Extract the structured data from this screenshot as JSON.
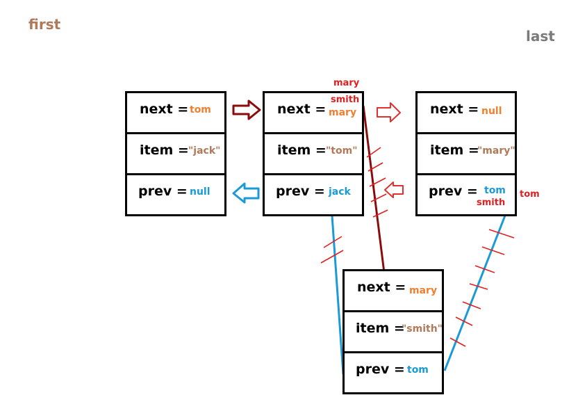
{
  "labels": {
    "first": "first",
    "last": "last"
  },
  "colors": {
    "next_value": "#f08030",
    "item_value": "#b07a5a",
    "prev_value": "#1a9ad6",
    "annotation": "#e02020",
    "new_link": "#8b0a0a"
  },
  "nodes": [
    {
      "id": "jack",
      "next": "tom",
      "item": "\"jack\"",
      "prev": "null"
    },
    {
      "id": "tom",
      "next": "mary",
      "item": "\"tom\"",
      "prev": "jack"
    },
    {
      "id": "mary",
      "next": "null",
      "item": "\"mary\"",
      "prev": "tom"
    },
    {
      "id": "smith",
      "next": "mary",
      "item": "\"smith\"",
      "prev": "tom"
    }
  ],
  "field_labels": {
    "next": "next =",
    "item": "item =",
    "prev": "prev ="
  },
  "annotations": {
    "tom_next_top": "mary",
    "tom_next_mid": "smith",
    "mary_prev_mid": "smith",
    "mary_prev_right": "tom"
  }
}
